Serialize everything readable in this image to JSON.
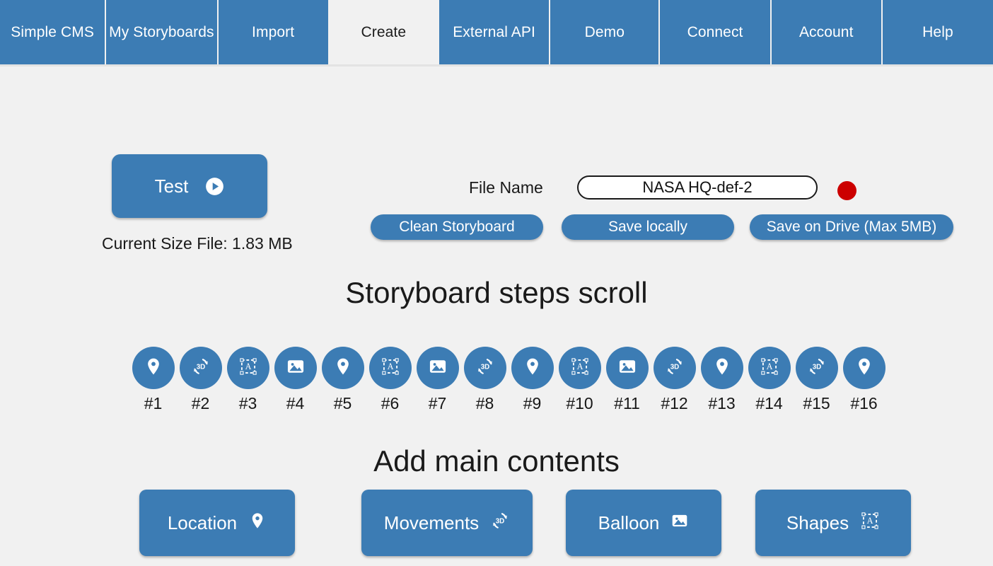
{
  "nav": {
    "items": [
      {
        "label": "Simple CMS",
        "active": false,
        "width": 150
      },
      {
        "label": "My Storyboards",
        "active": false,
        "width": 158
      },
      {
        "label": "Import",
        "active": false,
        "width": 157
      },
      {
        "label": "Create",
        "active": true,
        "width": 155
      },
      {
        "label": "External API",
        "active": false,
        "width": 157
      },
      {
        "label": "Demo",
        "active": false,
        "width": 155
      },
      {
        "label": "Connect",
        "active": false,
        "width": 157
      },
      {
        "label": "Account",
        "active": false,
        "width": 157
      },
      {
        "label": "Help",
        "active": false,
        "width": 158
      }
    ]
  },
  "toolbar": {
    "test_label": "Test",
    "test_icon": "play-circle-icon",
    "size_label": "Current Size File:  1.83 MB",
    "filename_label": "File Name",
    "filename_value": "NASA HQ-def-2",
    "filename_placeholder": "File name",
    "record_indicator": "rec-dot-icon",
    "clean_label": "Clean Storyboard",
    "save_local_label": "Save locally",
    "save_drive_label": "Save on Drive (Max 5MB)"
  },
  "steps_section": {
    "title": "Storyboard steps scroll",
    "steps": [
      {
        "label": "#1",
        "icon": "location-pin-icon"
      },
      {
        "label": "#2",
        "icon": "movement-3d-icon"
      },
      {
        "label": "#3",
        "icon": "shapes-text-icon"
      },
      {
        "label": "#4",
        "icon": "image-icon"
      },
      {
        "label": "#5",
        "icon": "location-pin-icon"
      },
      {
        "label": "#6",
        "icon": "shapes-text-icon"
      },
      {
        "label": "#7",
        "icon": "image-icon"
      },
      {
        "label": "#8",
        "icon": "movement-3d-icon"
      },
      {
        "label": "#9",
        "icon": "location-pin-icon"
      },
      {
        "label": "#10",
        "icon": "shapes-text-icon"
      },
      {
        "label": "#11",
        "icon": "image-icon"
      },
      {
        "label": "#12",
        "icon": "movement-3d-icon"
      },
      {
        "label": "#13",
        "icon": "location-pin-icon"
      },
      {
        "label": "#14",
        "icon": "shapes-text-icon"
      },
      {
        "label": "#15",
        "icon": "movement-3d-icon"
      },
      {
        "label": "#16",
        "icon": "location-pin-icon"
      }
    ]
  },
  "add_section": {
    "title": "Add main contents",
    "buttons": [
      {
        "label": "Location",
        "icon": "location-pin-icon"
      },
      {
        "label": "Movements",
        "icon": "movement-3d-icon"
      },
      {
        "label": "Balloon",
        "icon": "image-icon"
      },
      {
        "label": "Shapes",
        "icon": "shapes-text-icon"
      }
    ]
  },
  "colors": {
    "brand_blue": "#3c7cb4",
    "page_bg": "#f1f1f1",
    "record_red": "#cc0000",
    "text_dark": "#1a1a1a"
  }
}
